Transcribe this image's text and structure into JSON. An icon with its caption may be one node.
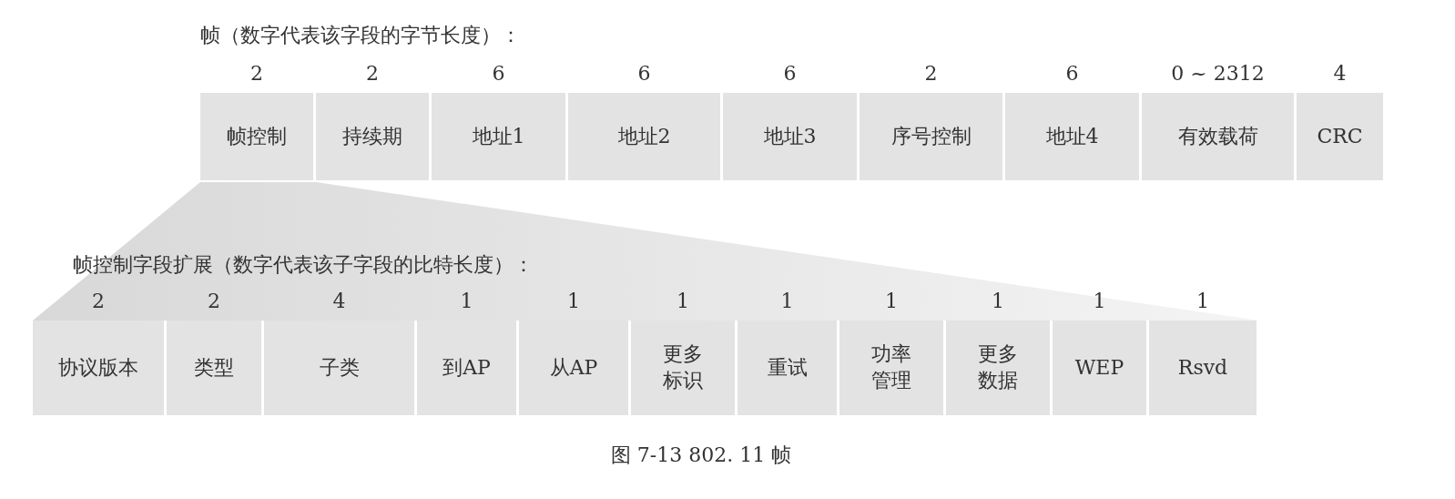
{
  "diagram": {
    "caption": "图 7-13 802. 11 帧",
    "nodes": [
      {
        "text": [
          "帧控制"
        ],
        "beside": [
          "2"
        ]
      },
      {
        "text": [
          "持续期"
        ],
        "beside": [
          "2"
        ]
      },
      {
        "text": [
          "地址1"
        ],
        "beside": [
          "6"
        ]
      },
      {
        "text": [
          "地址2"
        ],
        "beside": [
          "6"
        ]
      },
      {
        "text": [
          "地址3"
        ],
        "beside": [
          "6"
        ]
      },
      {
        "text": [
          "序号控制"
        ],
        "beside": [
          "2"
        ]
      },
      {
        "text": [
          "地址4"
        ],
        "beside": [
          "6"
        ]
      },
      {
        "text": [
          "有效载荷"
        ],
        "beside": [
          "0 ~ 2312"
        ]
      },
      {
        "text": [
          "CRC"
        ],
        "beside": [
          "4"
        ]
      },
      {
        "text": [
          "协议版本"
        ],
        "beside": [
          "2"
        ]
      },
      {
        "text": [
          "类型"
        ],
        "beside": [
          "2"
        ]
      },
      {
        "text": [
          "子类"
        ],
        "beside": [
          "4"
        ]
      },
      {
        "text": [
          "到AP"
        ],
        "beside": [
          "1"
        ]
      },
      {
        "text": [
          "从AP"
        ],
        "beside": [
          "1"
        ]
      },
      {
        "text": [
          "更多标识"
        ],
        "beside": [
          "1"
        ]
      },
      {
        "text": [
          "重试"
        ],
        "beside": [
          "1"
        ]
      },
      {
        "text": [
          "功率管理"
        ],
        "beside": [
          "1"
        ]
      },
      {
        "text": [
          "更多数据"
        ],
        "beside": [
          "1"
        ]
      },
      {
        "text": [
          "WEP"
        ],
        "beside": [
          "1"
        ]
      },
      {
        "text": [
          "Rsvd"
        ],
        "beside": [
          "1"
        ]
      }
    ],
    "labels": [
      "帧（数字代表该字段的字节长度）：",
      "帧控制字段扩展（数字代表该子字段的比特长度）："
    ]
  }
}
